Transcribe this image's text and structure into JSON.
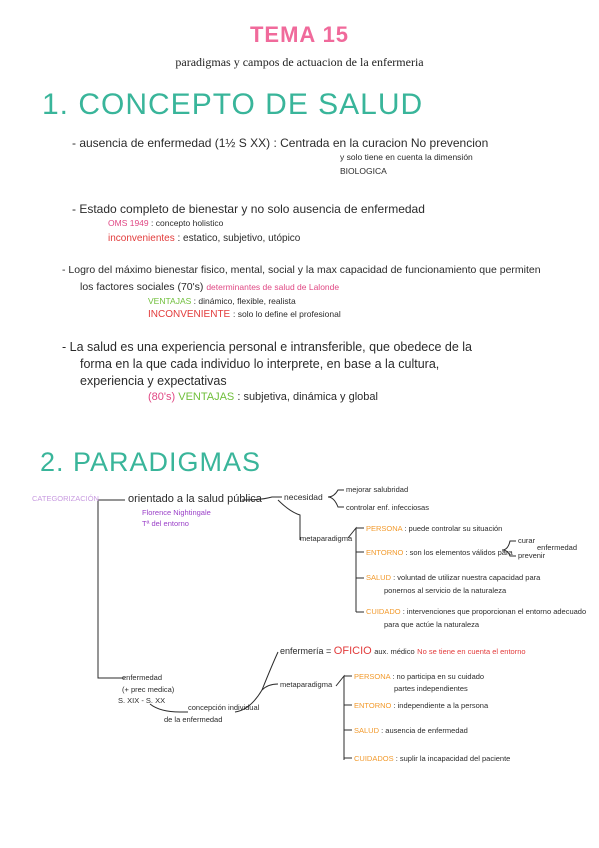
{
  "header": {
    "title": "TEMA 15",
    "subtitle": "paradigmas y campos de actuacion de la enfermeria"
  },
  "section1": {
    "heading": "1. CONCEPTO DE SALUD",
    "b1_line1": "- ausencia de enfermedad (1½ S XX) : Centrada en la curacion No prevencion",
    "b1_line2": "y solo tiene en cuenta la dimensión",
    "b1_line3": "BIOLOGICA",
    "b2_line1": "- Estado completo de bienestar y no solo ausencia de enfermedad",
    "b2_oms": "OMS 1949",
    "b2_oms_text": ": concepto holistico",
    "b2_inc": "inconvenientes",
    "b2_inc_text": ": estatico, subjetivo, utópico",
    "b3_line1": "- Logro del máximo bienestar fisico, mental, social y la max capacidad de funcionamiento que permiten",
    "b3_line2a": "los factores sociales (70's)",
    "b3_line2b": "determinantes de salud de Lalonde",
    "b3_vent": "VENTAJAS",
    "b3_vent_text": ": dinámico, flexible, realista",
    "b3_inc": "INCONVENIENTE",
    "b3_inc_text": ": solo lo define el profesional",
    "b4_line1": "- La salud es una experiencia personal e intransferible, que obedece de la",
    "b4_line2": "forma en la que cada individuo lo interprete, en base a la cultura,",
    "b4_line3": "experiencia y expectativas",
    "b4_year": "(80's)",
    "b4_vent": "VENTAJAS",
    "b4_vent_text": ": subjetiva, dinámica y global"
  },
  "section2": {
    "heading": "2. PARADIGMAS",
    "categorizacion": "CATEGORIZACIÓN",
    "orientado": "orientado a la salud pública",
    "florence": "Florence Nightingale",
    "entorno_t": "Tª del entorno",
    "necesidad": "necesidad",
    "mejorar": "mejorar salubridad",
    "controlar": "controlar enf. infecciosas",
    "metaparadigma": "metaparadigma",
    "persona1": "PERSONA",
    "persona1_text": ": puede controlar su situación",
    "entorno1": "ENTORNO",
    "entorno1_text": ": son los elementos válidos para",
    "curar": "curar",
    "prevenir": "prevenir",
    "enfermedad_word": "enfermedad",
    "salud1": "SALUD",
    "salud1_text": ": voluntad de utilizar nuestra capacidad para",
    "salud1_text2": "ponernos al servicio de la naturaleza",
    "cuidado1": "CUIDADO",
    "cuidado1_text": ": intervenciones que proporcionan el entorno adecuado",
    "cuidado1_text2": "para que actúe la naturaleza",
    "enfermedad": "enfermedad",
    "prec_medica": "(+ prec medica)",
    "siglos": "S. XIX - S. XX",
    "concepcion": "concepción individual",
    "concepcion2": "de la enfermedad",
    "enfermeria": "enfermería =",
    "oficio": "OFICIO",
    "oficio_text": "aux. médico",
    "oficio_note": "No se tiene en cuenta el entorno",
    "metaparadigma2": "metaparadigma",
    "persona2": "PERSONA",
    "persona2_text": ": no participa en su cuidado",
    "persona2_text2": "partes independientes",
    "entorno2": "ENTORNO",
    "entorno2_text": ": independiente a la persona",
    "salud2": "SALUD",
    "salud2_text": ": ausencia de enfermedad",
    "cuidados2": "CUIDADOS",
    "cuidados2_text": ": suplir la incapacidad del paciente"
  },
  "colors": {
    "title": "#f06a9b",
    "heading": "#39b59a",
    "pink": "#e04884",
    "red": "#e23b3b",
    "green": "#6fbf3a",
    "purple": "#9a3fc8",
    "orange": "#f29a2c"
  }
}
